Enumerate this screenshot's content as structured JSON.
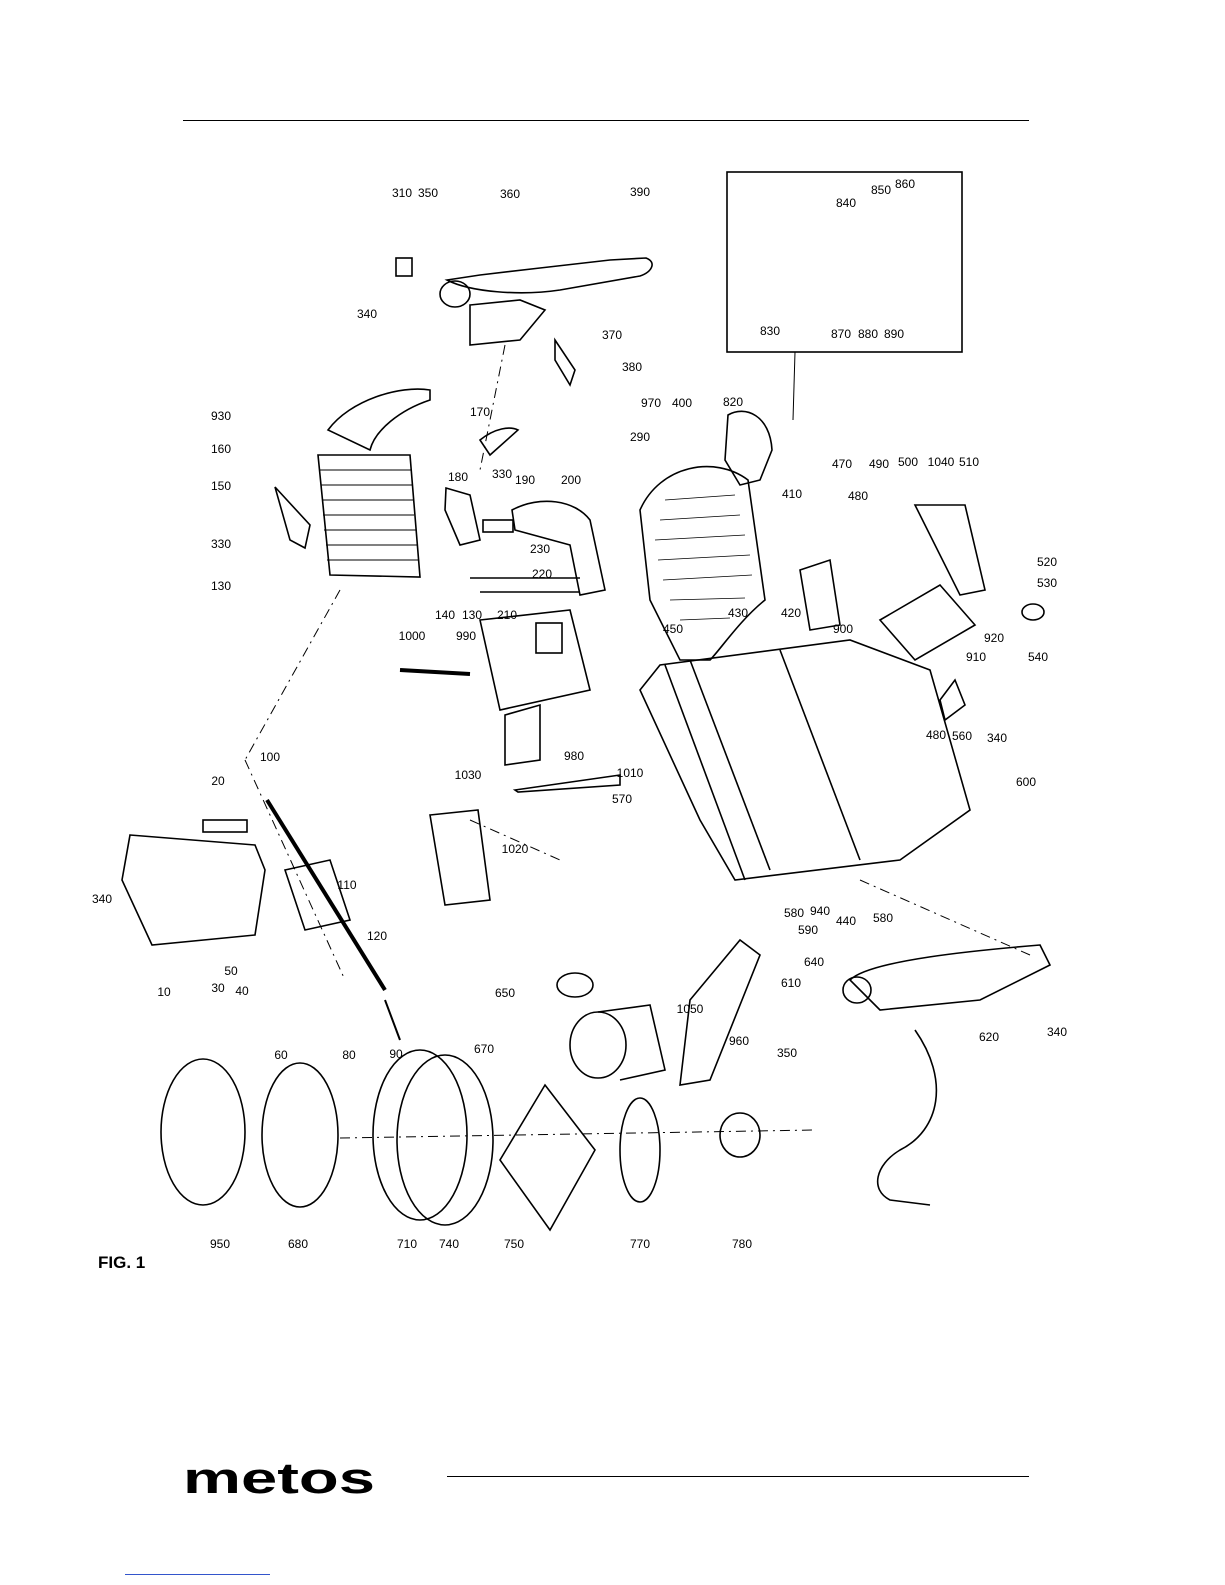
{
  "figure": {
    "caption": "FIG. 1",
    "callouts": [
      "310",
      "350",
      "360",
      "390",
      "840",
      "850",
      "860",
      "830",
      "870",
      "880",
      "890",
      "340",
      "370",
      "380",
      "930",
      "170",
      "970",
      "400",
      "820",
      "160",
      "290",
      "180",
      "330",
      "190",
      "200",
      "470",
      "490",
      "500",
      "1040",
      "510",
      "150",
      "410",
      "480",
      "520",
      "330",
      "230",
      "530",
      "130",
      "220",
      "140",
      "130",
      "210",
      "430",
      "420",
      "900",
      "920",
      "540",
      "1000",
      "990",
      "450",
      "910",
      "480",
      "560",
      "340",
      "980",
      "1010",
      "600",
      "100",
      "20",
      "1030",
      "570",
      "1020",
      "340",
      "110",
      "120",
      "580",
      "940",
      "440",
      "580",
      "590",
      "10",
      "30",
      "50",
      "40",
      "640",
      "650",
      "610",
      "60",
      "80",
      "90",
      "1050",
      "670",
      "960",
      "350",
      "620",
      "950",
      "680",
      "710",
      "740",
      "750",
      "770",
      "780",
      "340"
    ]
  },
  "brand": {
    "logo_text": "metos",
    "color": "#000000"
  },
  "colors": {
    "ink": "#000000",
    "paper": "#ffffff",
    "link": "#3355cc"
  }
}
